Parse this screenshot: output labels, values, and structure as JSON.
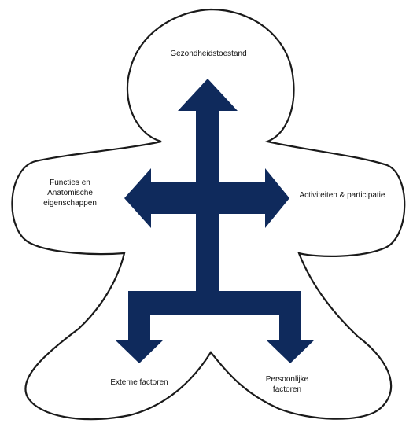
{
  "diagram": {
    "colors": {
      "outline": "#1a1a1a",
      "arrow": "#0f2a5c",
      "fill": "#ffffff"
    },
    "labels": {
      "top": [
        "Gezondheidstoestand"
      ],
      "left": [
        "Functies en",
        "Anatomische",
        "eigenschappen"
      ],
      "right": [
        "Activiteiten & participatie"
      ],
      "bottom_left": [
        "Externe factoren"
      ],
      "bottom_right": [
        "Persoonlijke",
        "factoren"
      ]
    }
  }
}
